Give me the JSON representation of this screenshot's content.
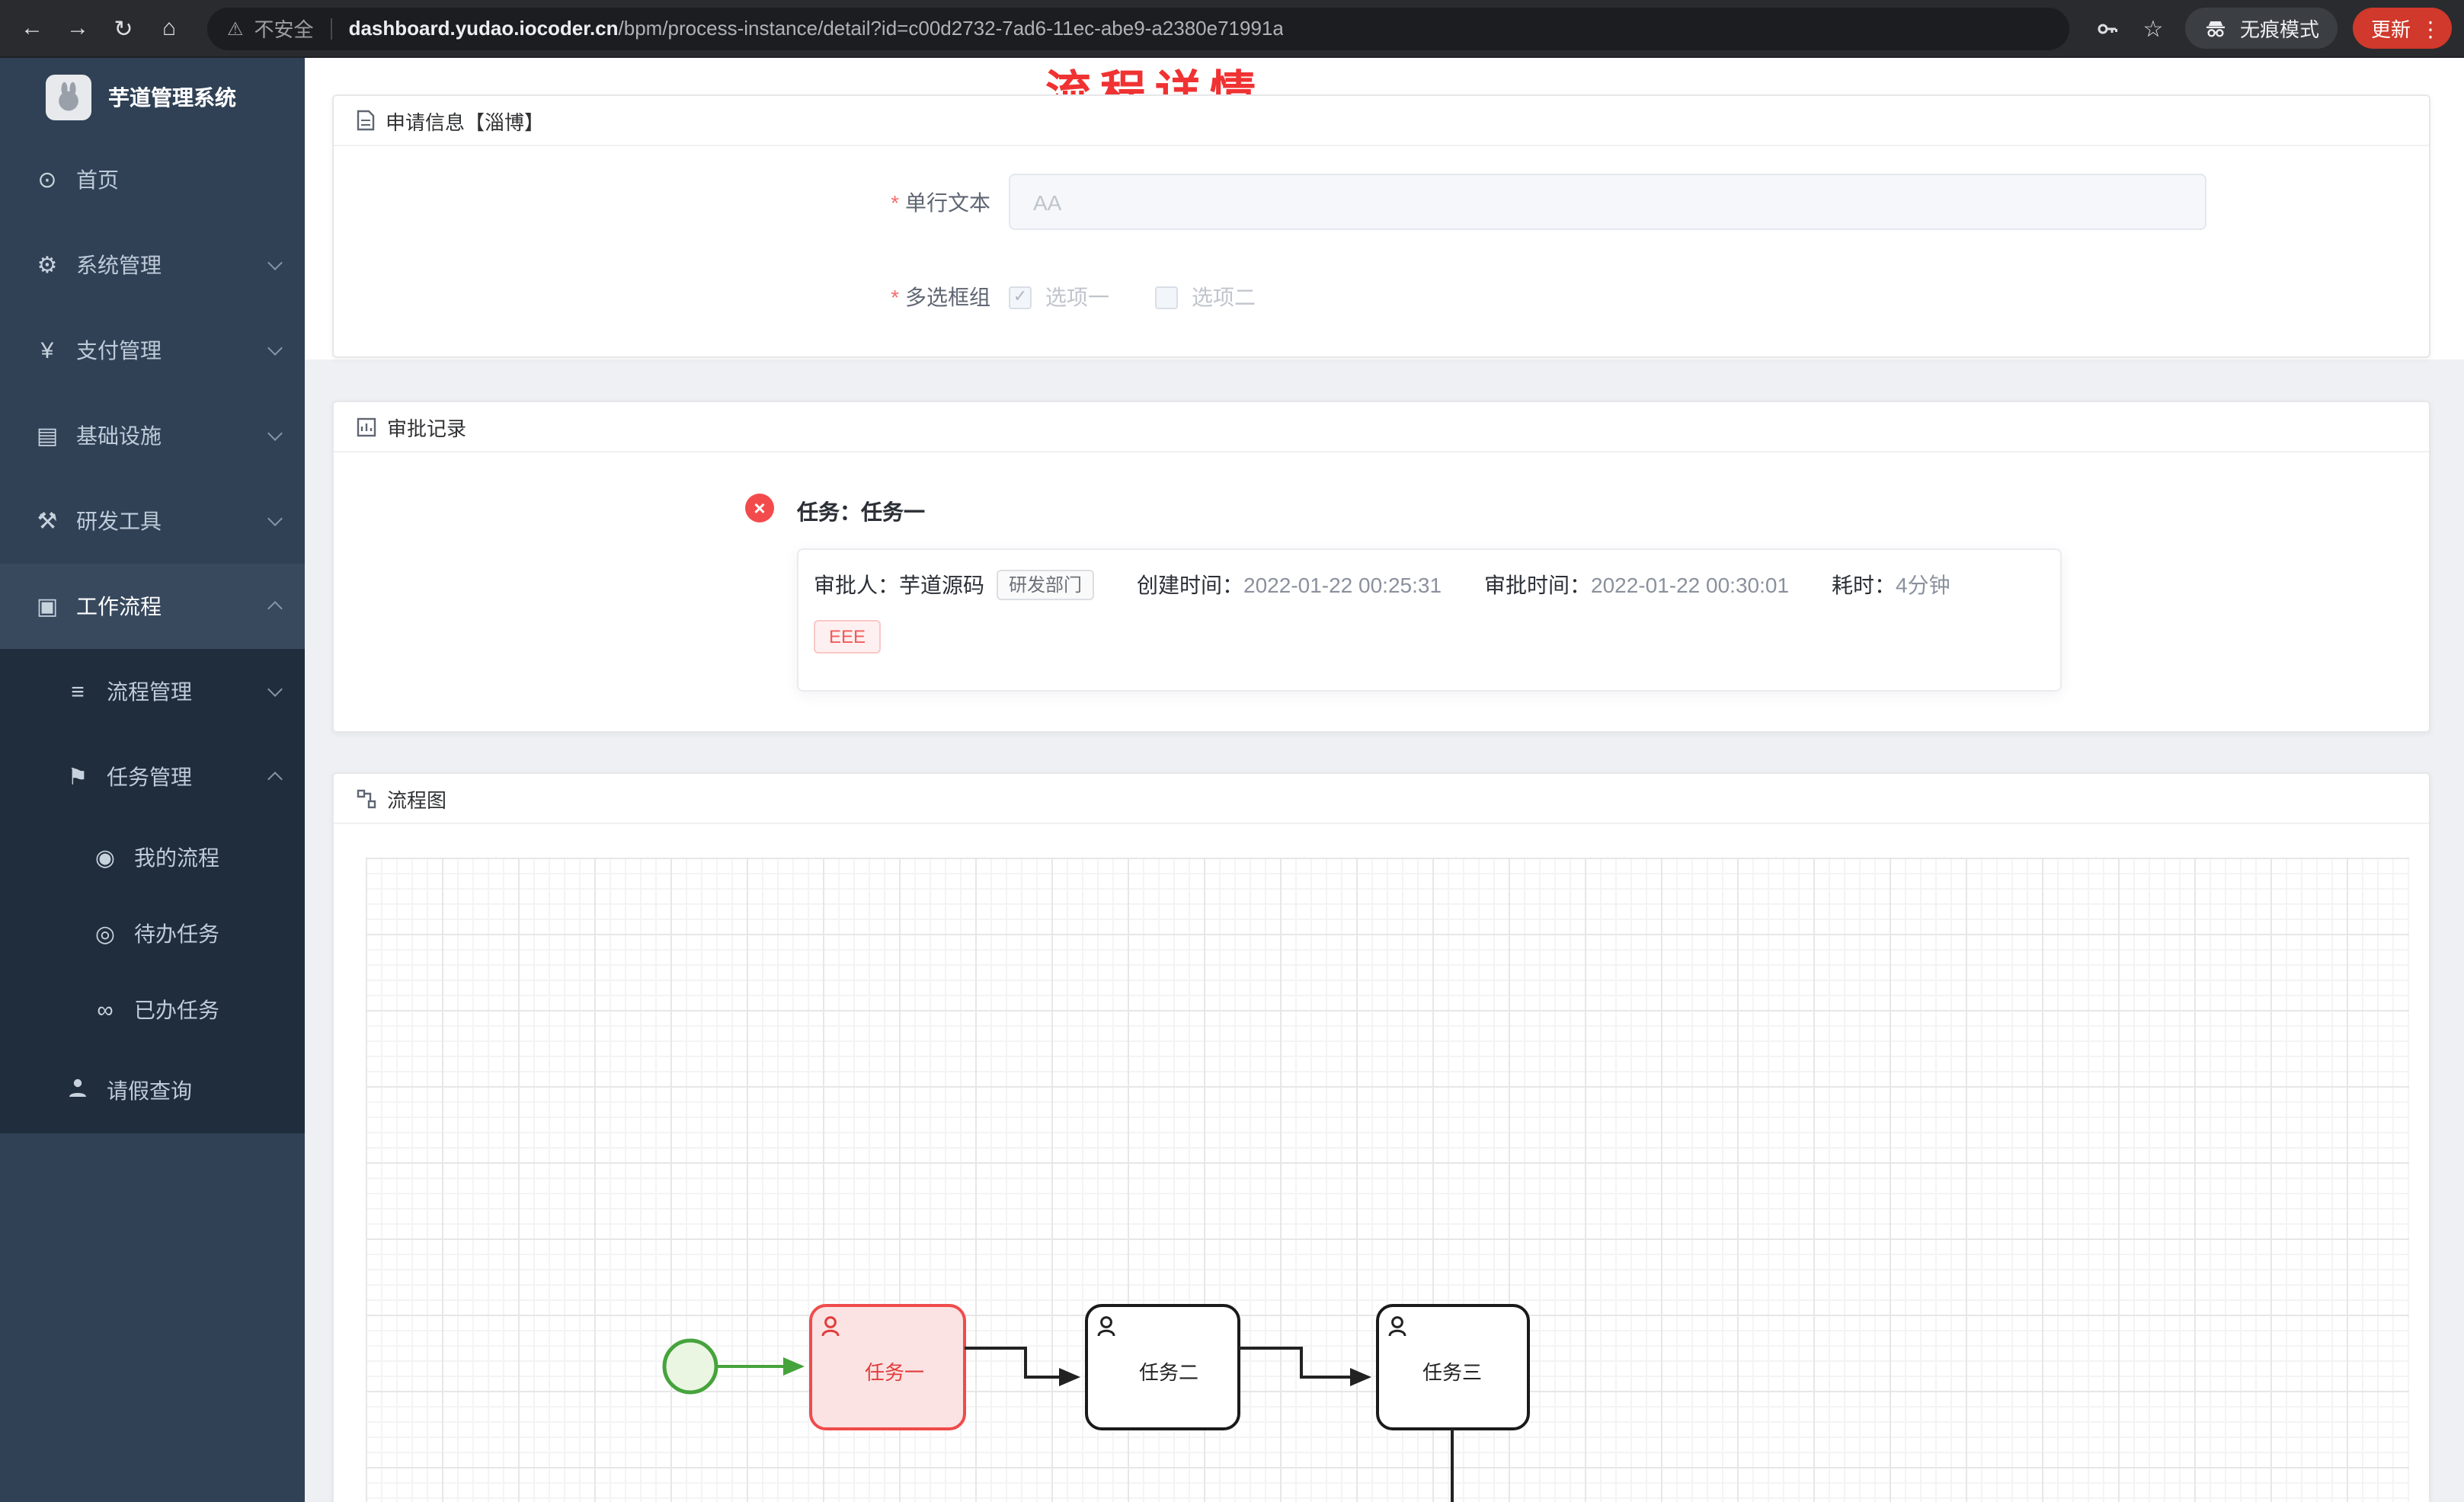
{
  "browser": {
    "security_label": "不安全",
    "url_domain": "dashboard.yudao.iocoder.cn",
    "url_path": "/bpm/process-instance/detail?id=c00d2732-7ad6-11ec-abe9-a2380e71991a",
    "incognito_label": "无痕模式",
    "update_label": "更新"
  },
  "sidebar": {
    "app_title": "芋道管理系统",
    "items": [
      {
        "label": "首页",
        "icon": "dashboard-icon"
      },
      {
        "label": "系统管理",
        "icon": "gear-icon"
      },
      {
        "label": "支付管理",
        "icon": "payment-icon"
      },
      {
        "label": "基础设施",
        "icon": "infrastructure-icon"
      },
      {
        "label": "研发工具",
        "icon": "devtools-icon"
      },
      {
        "label": "工作流程",
        "icon": "workflow-icon"
      },
      {
        "label": "流程管理",
        "icon": "process-icon"
      },
      {
        "label": "任务管理",
        "icon": "task-icon"
      },
      {
        "label": "我的流程",
        "icon": "my-process-icon"
      },
      {
        "label": "待办任务",
        "icon": "todo-icon"
      },
      {
        "label": "已办任务",
        "icon": "done-icon"
      },
      {
        "label": "请假查询",
        "icon": "person-icon"
      }
    ]
  },
  "page": {
    "title": "流程详情",
    "apply_card": {
      "header": "申请信息【淄博】",
      "required_mark": "*",
      "text_field_label": "单行文本",
      "text_field_value": "AA",
      "checkbox_group_label": "多选框组",
      "options": [
        {
          "label": "选项一",
          "checked": true
        },
        {
          "label": "选项二",
          "checked": false
        }
      ]
    },
    "approval_card": {
      "header": "审批记录",
      "task_title": "任务：任务一",
      "approver_label": "审批人：",
      "approver_name": "芋道源码",
      "dept_tag": "研发部门",
      "create_label": "创建时间：",
      "create_time": "2022-01-22 00:25:31",
      "approve_label": "审批时间：",
      "approve_time": "2022-01-22 00:30:01",
      "duration_label": "耗时：",
      "duration_value": "4分钟",
      "comment_tag": "EEE"
    },
    "diagram_card": {
      "header": "流程图",
      "nodes": [
        {
          "label": "任务一",
          "state": "current"
        },
        {
          "label": "任务二",
          "state": "pending"
        },
        {
          "label": "任务三",
          "state": "pending"
        }
      ]
    }
  },
  "colors": {
    "sidebar_bg": "#304156",
    "submenu_bg": "#1f2d3d",
    "title_red": "#f03232",
    "task_highlight": "#f04b4b",
    "start_green": "#46a33c",
    "update_button": "#d0392b"
  }
}
